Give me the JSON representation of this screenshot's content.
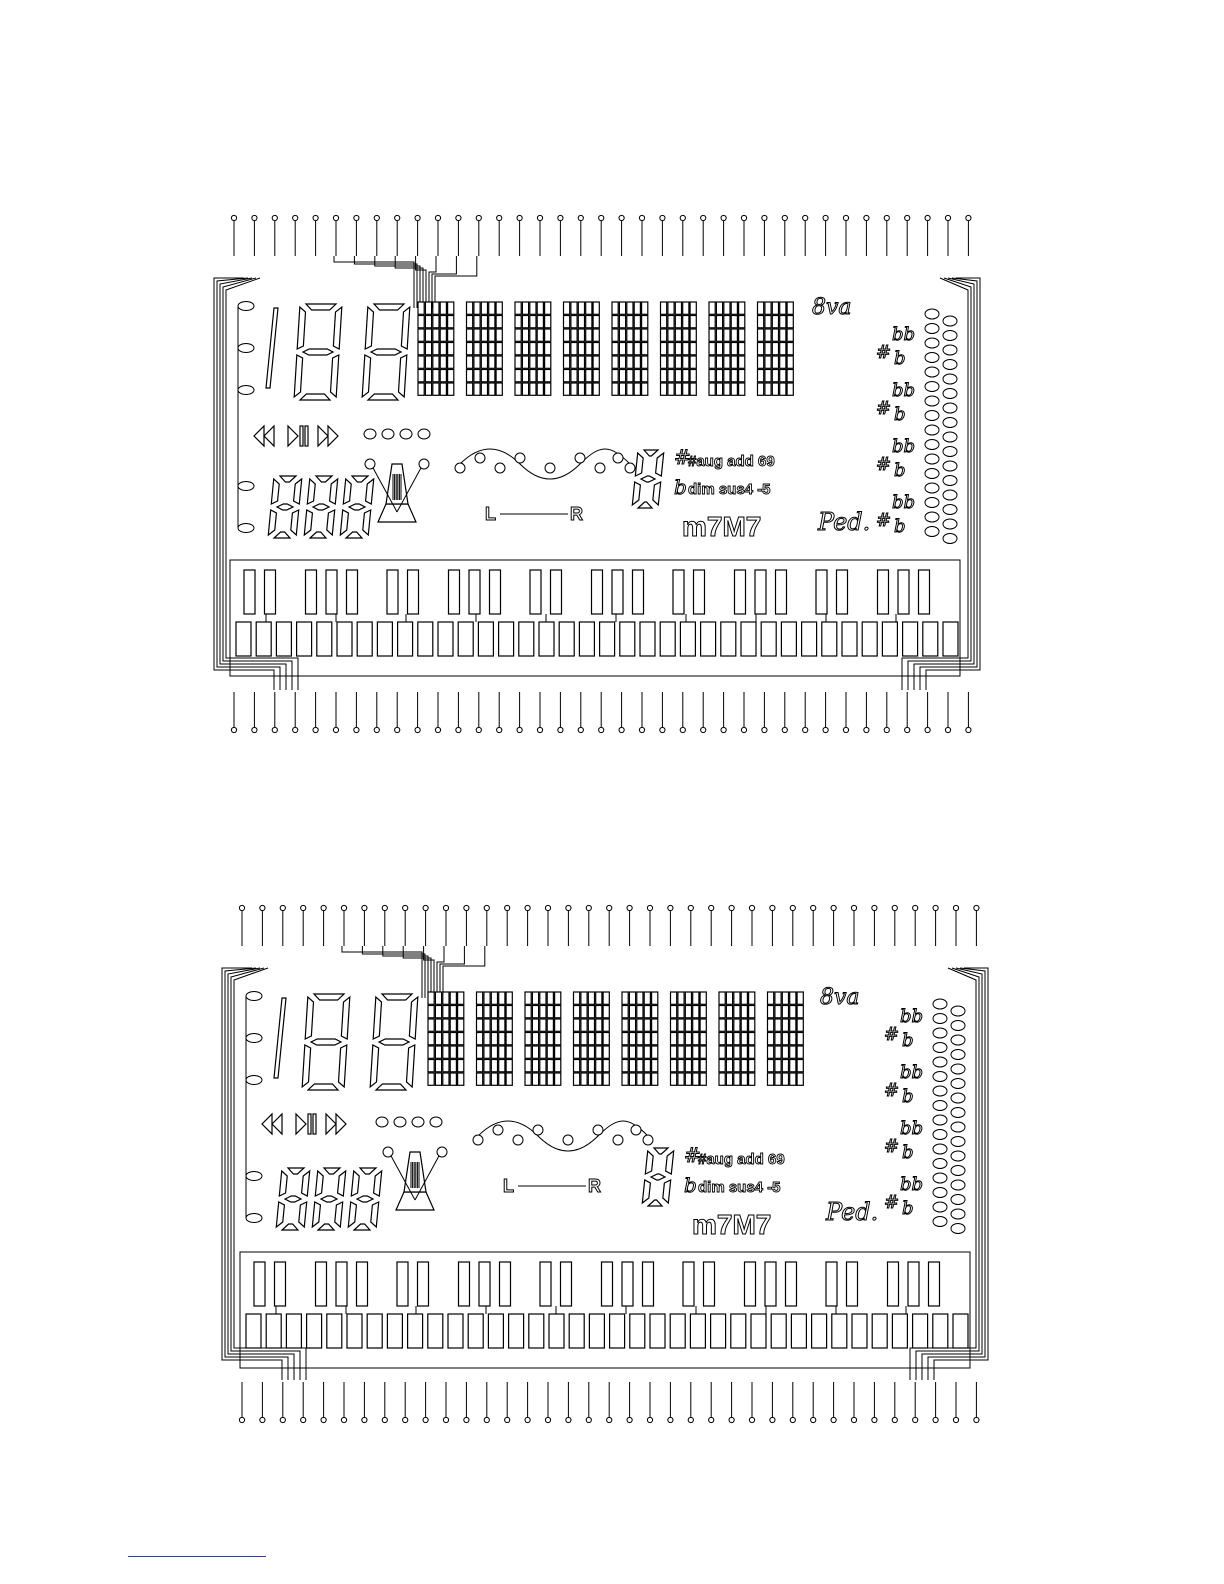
{
  "colors": {
    "line": "#000000",
    "background": "#ffffff",
    "link": "#2a3fa8"
  },
  "panels": [
    {
      "id": "top",
      "chord_quality_row1": "#aug add 69",
      "chord_quality_row2": "dim sus4 -5",
      "chord_suffix": "m7M7",
      "octave_label": "8va",
      "pedal_label": "Ped.",
      "balance_left": "L",
      "balance_right": "R",
      "flat_symbol": "b",
      "double_flat_symbol": "bb",
      "sharp_symbol": "#",
      "transport_icons": [
        "rewind-icon",
        "play-pause-icon",
        "fast-forward-icon"
      ],
      "metronome_icon": "metronome-icon"
    },
    {
      "id": "bottom",
      "chord_quality_row1": "#aug add 69",
      "chord_quality_row2": "dim sus4 -5",
      "chord_suffix": "m7M7",
      "octave_label": "8va",
      "pedal_label": "Ped.",
      "balance_left": "L",
      "balance_right": "R",
      "flat_symbol": "b",
      "double_flat_symbol": "bb",
      "sharp_symbol": "#",
      "transport_icons": [
        "rewind-icon",
        "play-pause-icon",
        "fast-forward-icon"
      ],
      "metronome_icon": "metronome-icon"
    }
  ]
}
